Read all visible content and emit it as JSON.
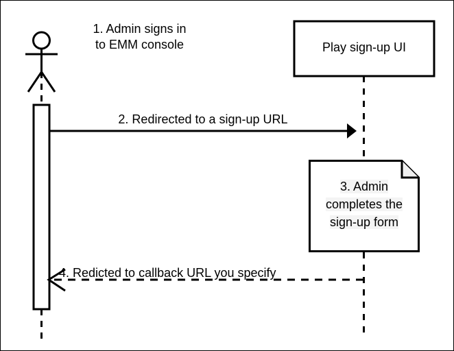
{
  "diagram": {
    "type": "uml-sequence-diagram",
    "background_color": "#ffffff",
    "line_color": "#000000",
    "note_fill_color": "#ffffff",
    "note_text_background": "#f4f4f4",
    "actor": {
      "icon": "stick-figure-actor-icon",
      "label": ""
    },
    "participant": {
      "label": "Play sign-up UI"
    },
    "messages": [
      {
        "id": "step1",
        "label_line1": "1. Admin signs in",
        "label_line2": "to EMM console",
        "style": "annotation"
      },
      {
        "id": "step2",
        "label": "2. Redirected to a sign-up URL",
        "style": "solid-arrow",
        "direction": "left-to-right"
      },
      {
        "id": "step3",
        "label_line1": "3. Admin",
        "label_line2": "completes the",
        "label_line3": "sign-up form",
        "style": "note"
      },
      {
        "id": "step4",
        "label": "4. Redicted to callback URL you specify",
        "style": "dashed-arrow",
        "direction": "right-to-left"
      }
    ]
  }
}
